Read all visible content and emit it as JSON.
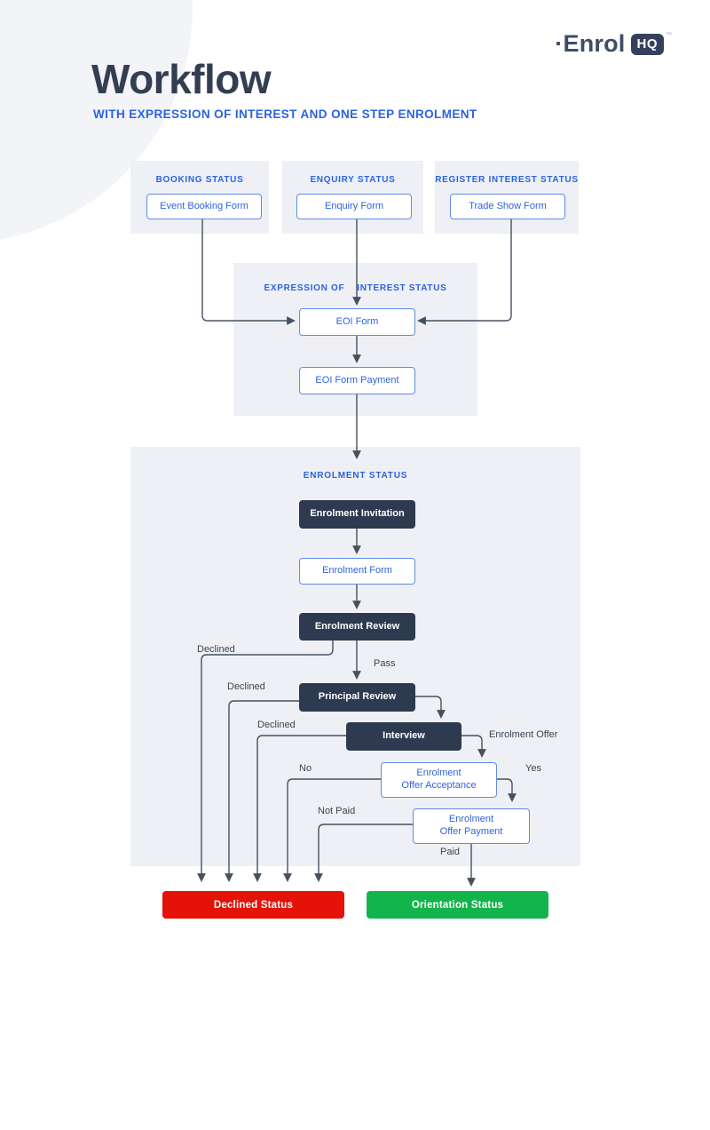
{
  "logo": {
    "wordmark": "·Enrol",
    "badge": "HQ",
    "trademark": "™"
  },
  "header": {
    "title": "Workflow",
    "subtitle": "WITH EXPRESSION OF INTEREST AND ONE STEP ENROLMENT"
  },
  "sources": [
    {
      "heading": "BOOKING STATUS",
      "form": "Event Booking Form"
    },
    {
      "heading": "ENQUIRY STATUS",
      "form": "Enquiry Form"
    },
    {
      "heading": "REGISTER INTEREST STATUS",
      "form": "Trade Show Form"
    }
  ],
  "eoi": {
    "heading_part1": "EXPRESSION OF",
    "heading_part2": "INTEREST STATUS",
    "eoi_form": "EOI Form",
    "eoi_form_payment": "EOI Form Payment"
  },
  "enrolment": {
    "heading": "ENROLMENT STATUS",
    "invitation": "Enrolment Invitation",
    "form": "Enrolment Form",
    "review": "Enrolment Review",
    "principal_review": "Principal Review",
    "interview": "Interview",
    "offer_acceptance_line1": "Enrolment",
    "offer_acceptance_line2": "Offer Acceptance",
    "offer_payment_line1": "Enrolment",
    "offer_payment_line2": "Offer Payment"
  },
  "edge_labels": {
    "declined_review": "Declined",
    "pass": "Pass",
    "declined_principal": "Declined",
    "declined_interview": "Declined",
    "enrolment_offer": "Enrolment Offer",
    "no": "No",
    "yes": "Yes",
    "not_paid": "Not Paid",
    "paid": "Paid"
  },
  "outcomes": {
    "declined": "Declined Status",
    "orientation": "Orientation Status"
  },
  "colors": {
    "blue": "#2b63e0",
    "navy": "#2e3a4f",
    "red": "#e51307",
    "green": "#12b54c",
    "line": "#47505e",
    "panel_bg": "#eef0f5"
  }
}
